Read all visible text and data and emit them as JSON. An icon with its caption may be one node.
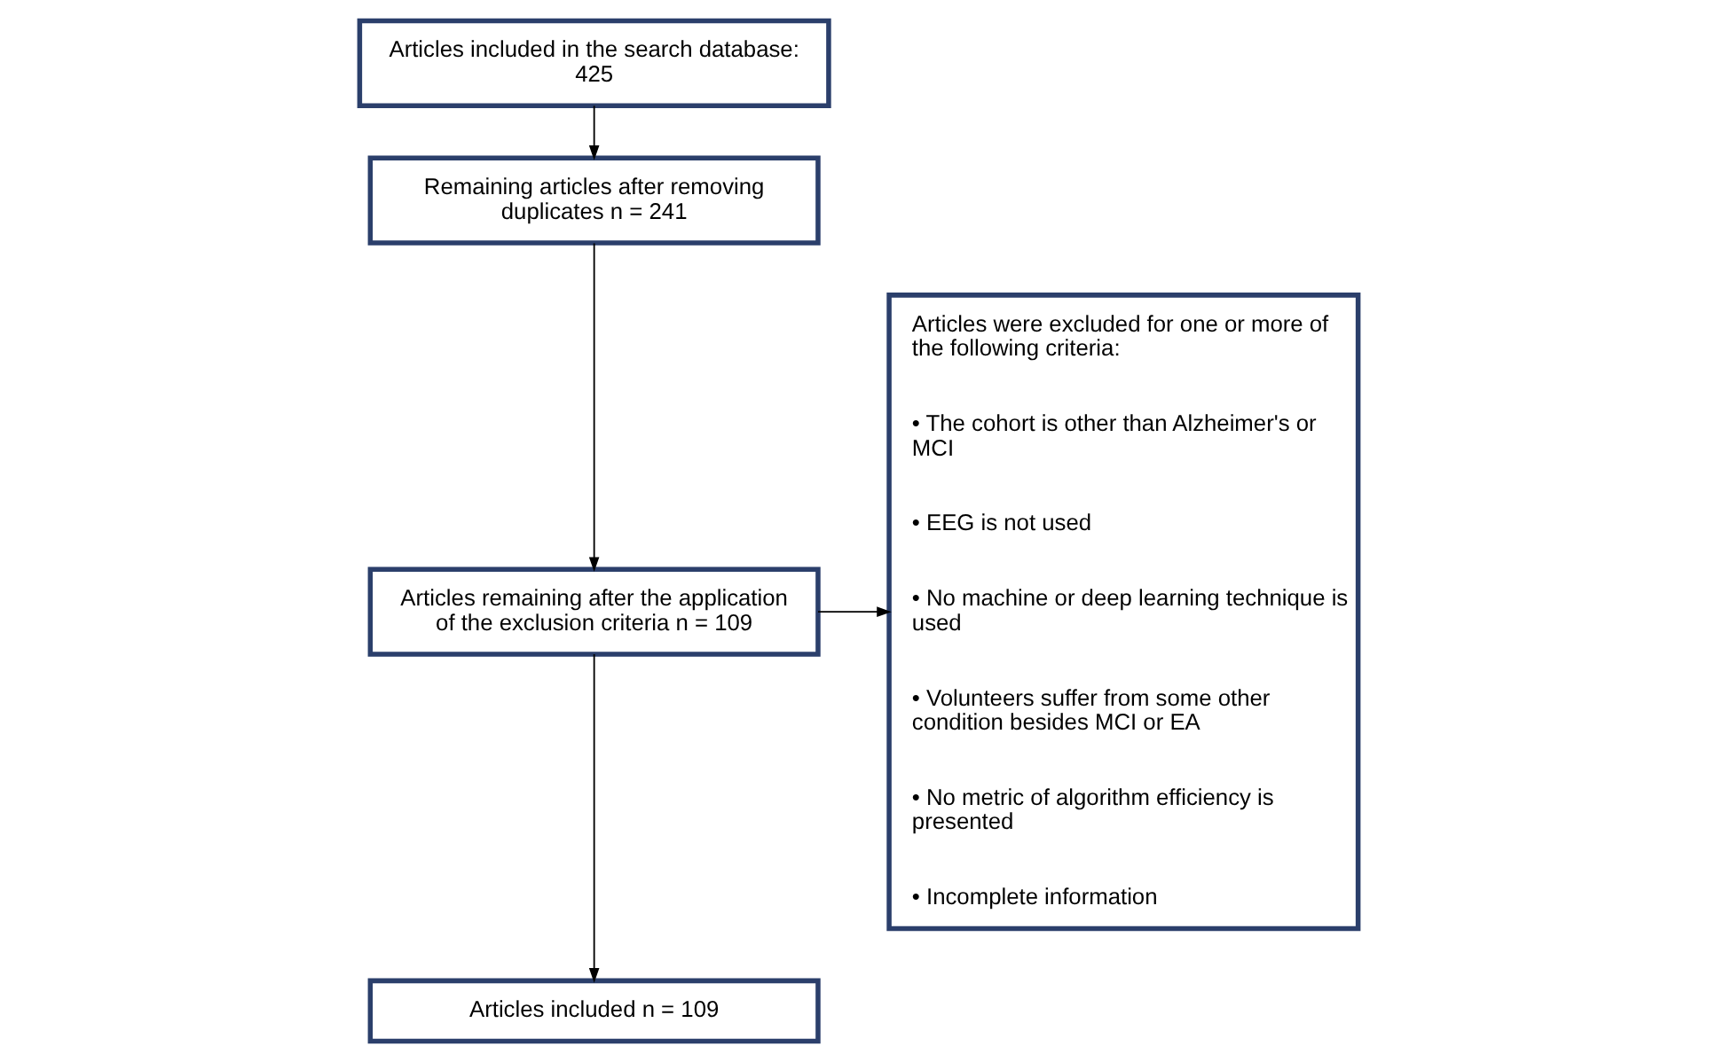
{
  "diagram": {
    "nodes": [
      {
        "text": [
          "Articles included in the search database: 425"
        ]
      },
      {
        "text": [
          "Remaining articles after removing duplicates n = 241"
        ]
      },
      {
        "text": [
          "Articles remaining after the application of the exclusion criteria n = 109"
        ]
      },
      {
        "text": [
          "Articles included n = 109"
        ]
      },
      {
        "text": [
          "Articles were excluded for one or more of the following criteria:",
          "• The cohort is other than Alzheimer's or MCI",
          "• EEG is not used",
          "• No machine or deep learning technique is used",
          "• Volunteers suffer from some other condition besides MCI or EA",
          "• No metric of algorithm efficiency is presented",
          "• Incomplete information"
        ]
      }
    ],
    "edges": [
      {
        "from": 0,
        "to": 1,
        "arrow": "to"
      },
      {
        "from": 1,
        "to": 2,
        "arrow": "to"
      },
      {
        "from": 2,
        "to": 3,
        "arrow": "to"
      },
      {
        "from": 2,
        "to": 4,
        "arrow": "to"
      }
    ]
  }
}
